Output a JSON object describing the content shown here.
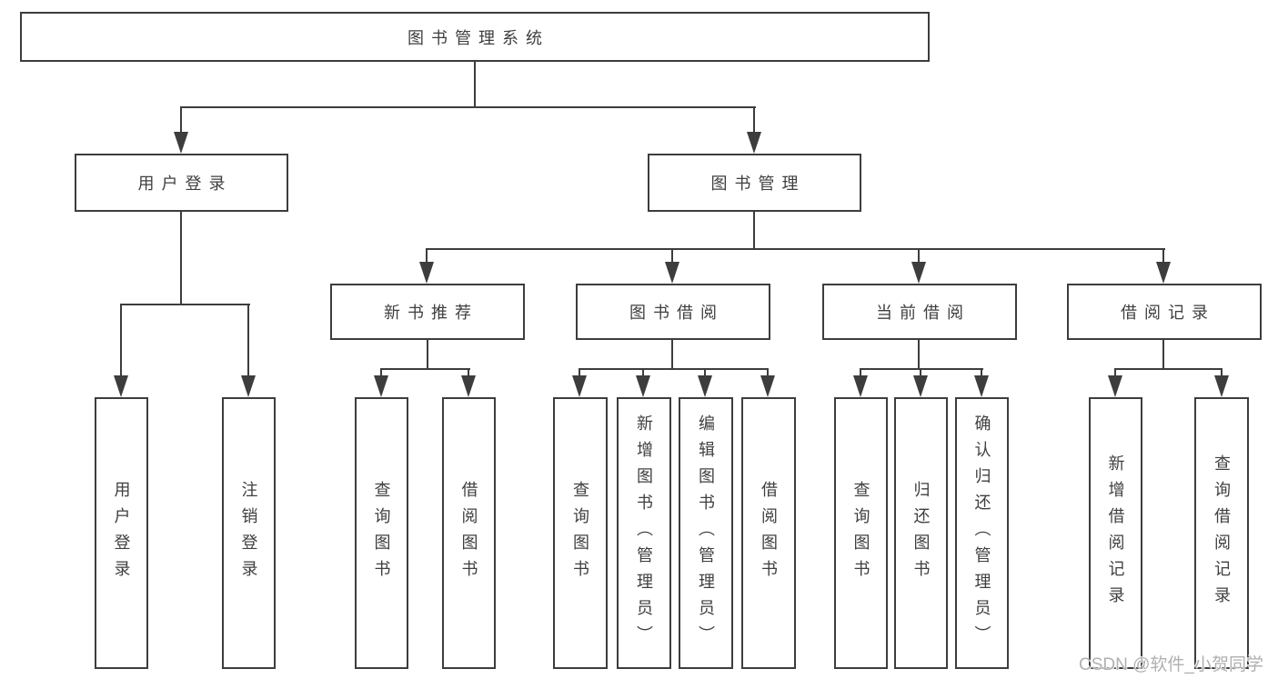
{
  "tree": {
    "root": {
      "label": "图书管理系统"
    },
    "level2": [
      {
        "label": "用户登录"
      },
      {
        "label": "图书管理"
      }
    ],
    "level3": [
      {
        "label": "新书推荐"
      },
      {
        "label": "图书借阅"
      },
      {
        "label": "当前借阅"
      },
      {
        "label": "借阅记录"
      }
    ],
    "leaves": {
      "user": [
        {
          "label": "用户登录"
        },
        {
          "label": "注销登录"
        }
      ],
      "recommend": [
        {
          "label": "查询图书"
        },
        {
          "label": "借阅图书"
        }
      ],
      "borrow": [
        {
          "label": "查询图书"
        },
        {
          "label": "新增图书（管理员）"
        },
        {
          "label": "编辑图书（管理员）"
        },
        {
          "label": "借阅图书"
        }
      ],
      "current": [
        {
          "label": "查询图书"
        },
        {
          "label": "归还图书"
        },
        {
          "label": "确认归还（管理员）"
        }
      ],
      "records": [
        {
          "label": "新增借阅记录"
        },
        {
          "label": "查询借阅记录"
        }
      ]
    }
  },
  "watermark": {
    "text": "CSDN @软件_小贺同学"
  },
  "colors": {
    "line": "#3d3d3d",
    "text": "#3f3f3f",
    "watermark": "#b0b0b0",
    "bg": "#ffffff"
  }
}
